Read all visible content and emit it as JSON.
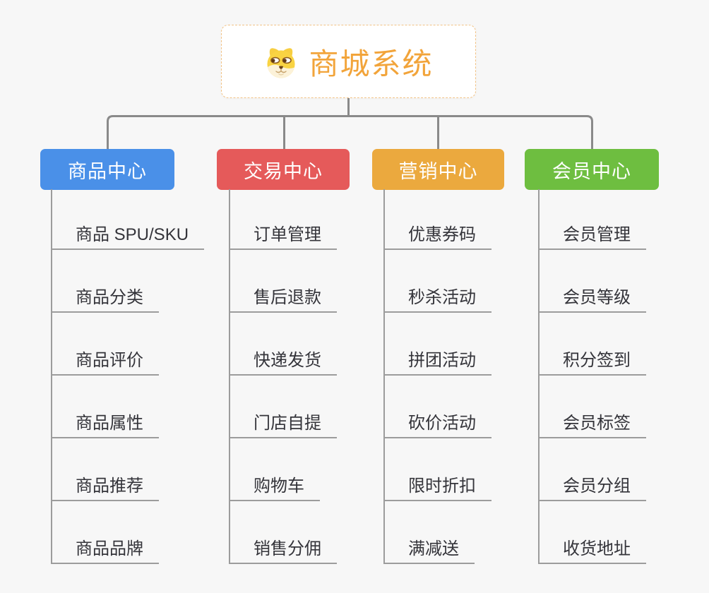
{
  "root": {
    "title": "商城系统",
    "icon": "dog-face-icon"
  },
  "branches": [
    {
      "label": "商品中心",
      "color": "#4A90E8",
      "children": [
        "商品 SPU/SKU",
        "商品分类",
        "商品评价",
        "商品属性",
        "商品推荐",
        "商品品牌"
      ]
    },
    {
      "label": "交易中心",
      "color": "#E55A5A",
      "children": [
        "订单管理",
        "售后退款",
        "快递发货",
        "门店自提",
        "购物车",
        "销售分佣"
      ]
    },
    {
      "label": "营销中心",
      "color": "#EBA93E",
      "children": [
        "优惠券码",
        "秒杀活动",
        "拼团活动",
        "砍价活动",
        "限时折扣",
        "满减送"
      ]
    },
    {
      "label": "会员中心",
      "color": "#6EBE40",
      "children": [
        "会员管理",
        "会员等级",
        "积分签到",
        "会员标签",
        "会员分组",
        "收货地址"
      ]
    }
  ],
  "colors": {
    "background": "#F7F7F7",
    "root_border": "#F2C386",
    "root_title": "#F2A43A",
    "connector_line": "#8A8A8A",
    "leaf_line": "#9C9C9C",
    "leaf_text": "#34343A"
  }
}
